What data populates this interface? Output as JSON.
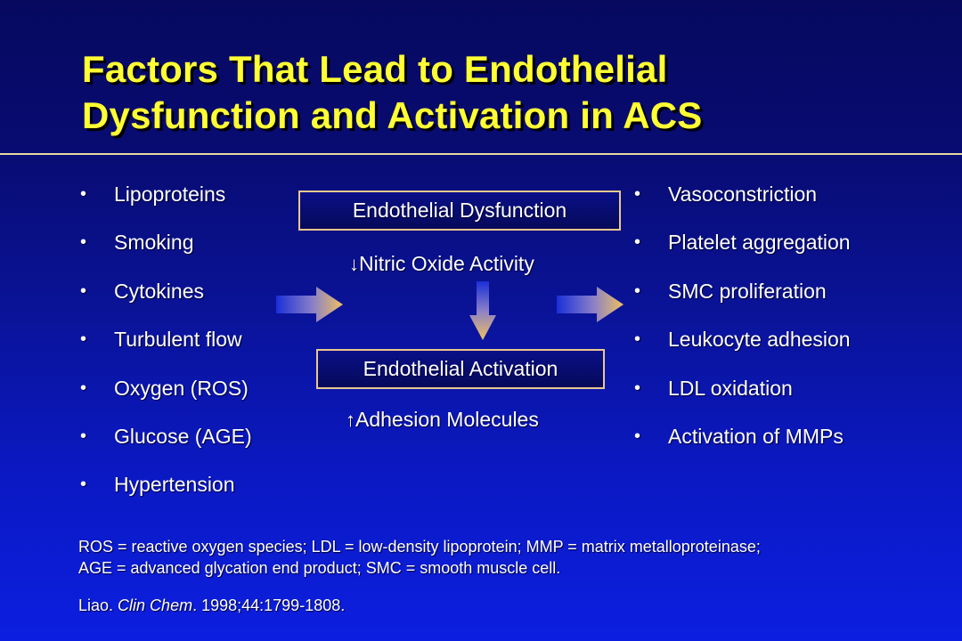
{
  "slide": {
    "title_line1": "Factors That Lead to Endothelial",
    "title_line2": "Dysfunction and Activation in ACS"
  },
  "causes": [
    "Lipoproteins",
    "Smoking",
    "Cytokines",
    "Turbulent flow",
    "Oxygen (ROS)",
    "Glucose (AGE)",
    "Hypertension"
  ],
  "bullet_symbol": "•",
  "center": {
    "dysfunction_label": "Endothelial Dysfunction",
    "nitric_arrow": "↓",
    "nitric_text": "Nitric Oxide Activity",
    "activation_label": "Endothelial Activation",
    "adhesion_arrow": "↑",
    "adhesion_text": "Adhesion Molecules"
  },
  "consequences": [
    "Vasoconstriction",
    "Platelet aggregation",
    "SMC proliferation",
    "Leukocyte adhesion",
    "LDL oxidation",
    "Activation of MMPs"
  ],
  "footnote": {
    "line1": "ROS = reactive oxygen species; LDL = low-density lipoprotein; MMP = matrix metalloproteinase;",
    "line2": "AGE = advanced glycation end product; SMC = smooth muscle cell."
  },
  "citation": {
    "author": "Liao. ",
    "journal": "Clin Chem",
    "details": ". 1998;44:1799-1808."
  },
  "colors": {
    "title": "#ffff33",
    "arrow_start": "#1a2fd8",
    "arrow_end": "#f0c060",
    "box_border": "#e8c890"
  }
}
